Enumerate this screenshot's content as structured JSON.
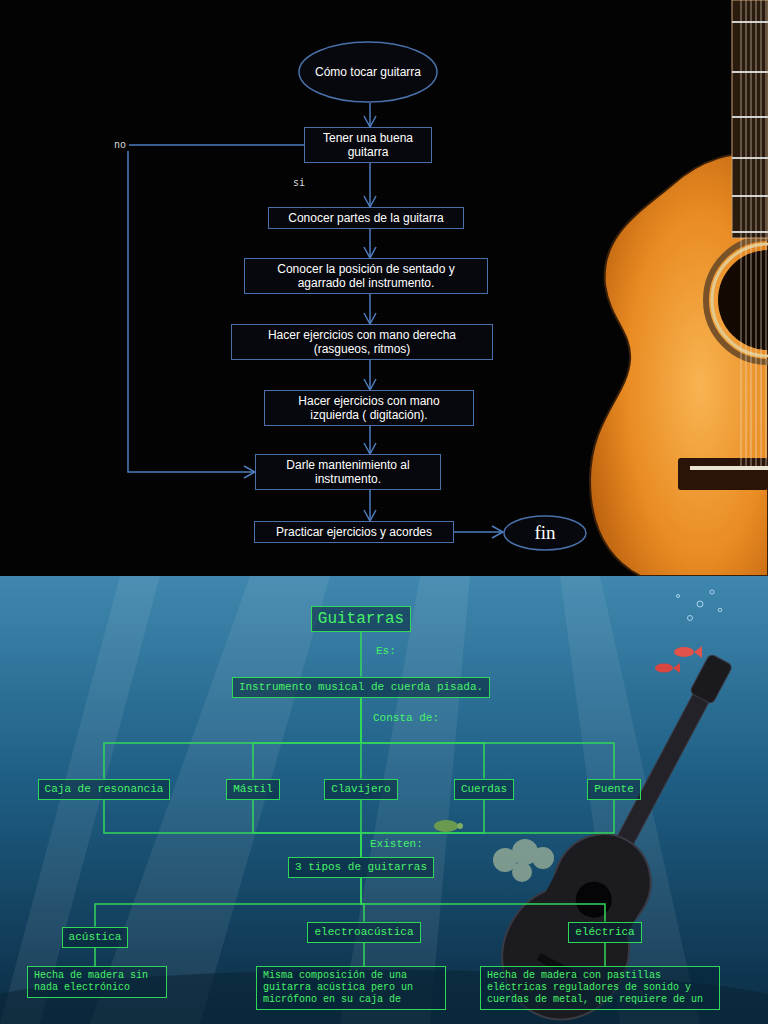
{
  "diagram": {
    "nodes": [
      {
        "text": [
          "Cómo tocar guitarra"
        ]
      },
      {
        "text": [
          "Tener una buena guitarra"
        ]
      },
      {
        "text": [
          "Conocer partes de la guitarra"
        ]
      },
      {
        "text": [
          "Conocer la posición de sentado y agarrado del instrumento."
        ]
      },
      {
        "text": [
          "Hacer ejercicios con mano derecha (rasgueos, ritmos)"
        ]
      },
      {
        "text": [
          "Hacer ejercicios con mano izquierda ( digitación)."
        ]
      },
      {
        "text": [
          "Darle mantenimiento al instrumento."
        ]
      },
      {
        "text": [
          "Practicar ejercicios y acordes"
        ]
      },
      {
        "text": [
          "fin"
        ]
      },
      {
        "text": [
          "Guitarras"
        ]
      },
      {
        "text": [
          "Instrumento musical de cuerda pisada."
        ]
      },
      {
        "text": [
          "Caja de resonancia"
        ]
      },
      {
        "text": [
          "Mástil"
        ]
      },
      {
        "text": [
          "Clavijero"
        ]
      },
      {
        "text": [
          "Cuerdas"
        ]
      },
      {
        "text": [
          "Puente"
        ]
      },
      {
        "text": [
          "3 tipos de guitarras"
        ]
      },
      {
        "text": [
          "acústica"
        ]
      },
      {
        "text": [
          "electroacústica"
        ]
      },
      {
        "text": [
          "eléctrica"
        ]
      },
      {
        "text": [
          "Hecha de madera sin nada electrónico"
        ]
      },
      {
        "text": [
          "Misma composición de una guitarra acústica pero un micrófono en su caja de"
        ]
      },
      {
        "text": [
          "Hecha de madera con pastillas eléctricas reguladores de sonido y cuerdas de metal, que requiere de un"
        ]
      }
    ],
    "edges": [
      {
        "from": 0,
        "to": 1,
        "arrow": "to"
      },
      {
        "from": 1,
        "to": 2,
        "label": "si",
        "arrow": "to"
      },
      {
        "from": 2,
        "to": 3,
        "arrow": "to"
      },
      {
        "from": 3,
        "to": 4,
        "arrow": "to"
      },
      {
        "from": 4,
        "to": 5,
        "arrow": "to"
      },
      {
        "from": 5,
        "to": 6,
        "arrow": "to"
      },
      {
        "from": 6,
        "to": 7,
        "arrow": "to"
      },
      {
        "from": 7,
        "to": 8,
        "arrow": "to"
      },
      {
        "from": 1,
        "to": 6,
        "label": "no",
        "arrow": "to"
      },
      {
        "from": 9,
        "to": 10,
        "label": "Es:",
        "arrow": "none"
      },
      {
        "from": 10,
        "to": 11,
        "arrow": "none"
      },
      {
        "from": 10,
        "to": 12,
        "arrow": "none"
      },
      {
        "from": 10,
        "to": 13,
        "label": "Consta de:",
        "arrow": "none"
      },
      {
        "from": 10,
        "to": 14,
        "arrow": "none"
      },
      {
        "from": 10,
        "to": 15,
        "arrow": "none"
      },
      {
        "from": 11,
        "to": 16,
        "arrow": "none"
      },
      {
        "from": 12,
        "to": 16,
        "arrow": "none"
      },
      {
        "from": 13,
        "to": 16,
        "label": "Existen:",
        "arrow": "none"
      },
      {
        "from": 14,
        "to": 16,
        "arrow": "none"
      },
      {
        "from": 15,
        "to": 16,
        "arrow": "none"
      },
      {
        "from": 16,
        "to": 17,
        "arrow": "none"
      },
      {
        "from": 16,
        "to": 18,
        "arrow": "none"
      },
      {
        "from": 16,
        "to": 19,
        "arrow": "none"
      },
      {
        "from": 17,
        "to": 20,
        "arrow": "none"
      },
      {
        "from": 18,
        "to": 21,
        "arrow": "none"
      },
      {
        "from": 19,
        "to": 22,
        "arrow": "none"
      }
    ]
  }
}
